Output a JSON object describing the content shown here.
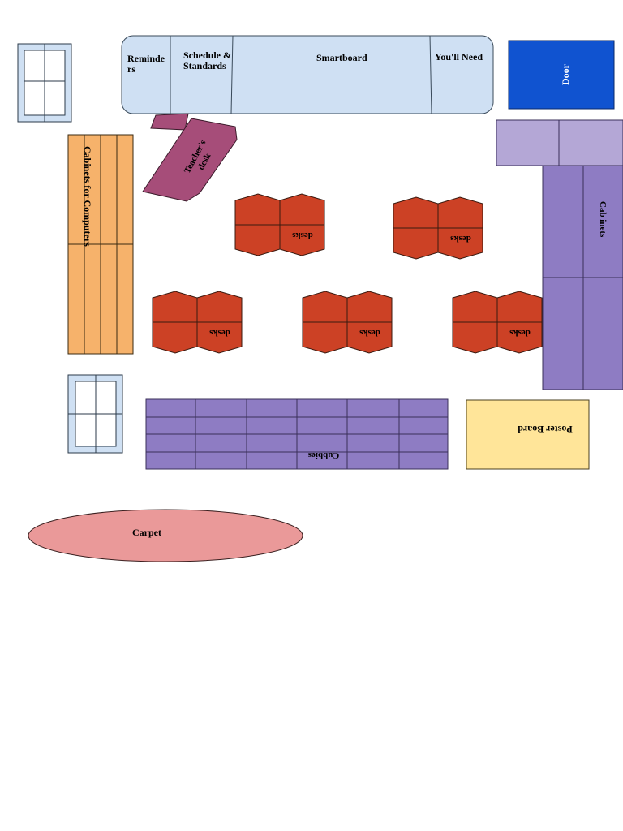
{
  "labels": {
    "reminders": "Reminde\nrs",
    "schedule": "Schedule &\nStandards",
    "smartboard": "Smartboard",
    "youll_need": "You'll Need",
    "door": "Door",
    "teachers_desk": "Teacher's\ndesk",
    "cabinets_computers": "Cabinets for Computers",
    "cabinets": "Cab inets",
    "desks": "desks",
    "cubbies": "Cubbies",
    "poster_board": "Poster Board",
    "carpet": "Carpet"
  },
  "colors": {
    "whiteboard": "#cfe0f3",
    "door": "#1053d0",
    "computer_cabinets": "#f6b26b",
    "teachers_desk": "#a64d79",
    "desks": "#cc4125",
    "cabinets_top": "#b4a7d6",
    "cabinets": "#8e7cc3",
    "cubbies": "#8e7cc3",
    "poster_board": "#ffe599",
    "carpet": "#ea9999",
    "window": "#cfe0f3"
  }
}
